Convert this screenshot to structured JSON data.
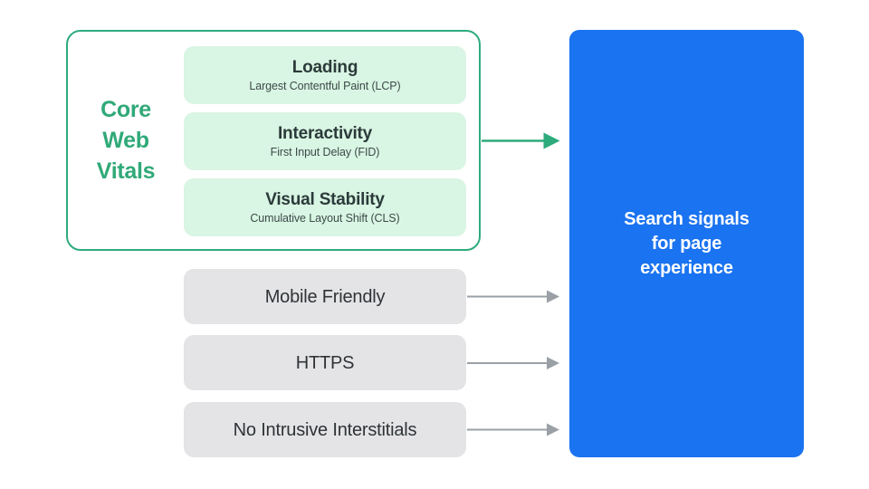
{
  "diagram": {
    "title": "Search signals for page experience",
    "background_color": "#ffffff",
    "colors": {
      "green_accent": "#2eab7d",
      "green_label": "#30a978",
      "mint_fill": "#d9f5e3",
      "gray_fill": "#e4e4e6",
      "blue_fill": "#1a73f0",
      "gray_arrow": "#9aa0a6",
      "dark_text": "#2b3a3a"
    }
  },
  "core_web_vitals": {
    "label_lines": [
      "Core",
      "Web",
      "Vitals"
    ],
    "label_text": "Core Web Vitals",
    "metrics": [
      {
        "title": "Loading",
        "subtitle": "Largest Contentful Paint (LCP)",
        "abbreviation": "LCP"
      },
      {
        "title": "Interactivity",
        "subtitle": "First Input Delay (FID)",
        "abbreviation": "FID"
      },
      {
        "title": "Visual Stability",
        "subtitle": "Cumulative Layout Shift (CLS)",
        "abbreviation": "CLS"
      }
    ]
  },
  "other_signals": [
    {
      "label": "Mobile Friendly"
    },
    {
      "label": "HTTPS"
    },
    {
      "label": "No Intrusive Interstitials"
    }
  ],
  "destination": {
    "lines": [
      "Search signals",
      "for page",
      "experience"
    ],
    "text": "Search signals for page experience"
  },
  "connectors": [
    {
      "name": "core-web-vitals-arrow",
      "color": "#2eab7d",
      "from": "core-web-vitals-group",
      "to": "search-signals-panel"
    },
    {
      "name": "mobile-friendly-arrow",
      "color": "#9aa0a6",
      "from": "mobile-friendly-box",
      "to": "search-signals-panel"
    },
    {
      "name": "https-arrow",
      "color": "#9aa0a6",
      "from": "https-box",
      "to": "search-signals-panel"
    },
    {
      "name": "no-intrusive-interstitials-arrow",
      "color": "#9aa0a6",
      "from": "no-intrusive-interstitials-box",
      "to": "search-signals-panel"
    }
  ]
}
